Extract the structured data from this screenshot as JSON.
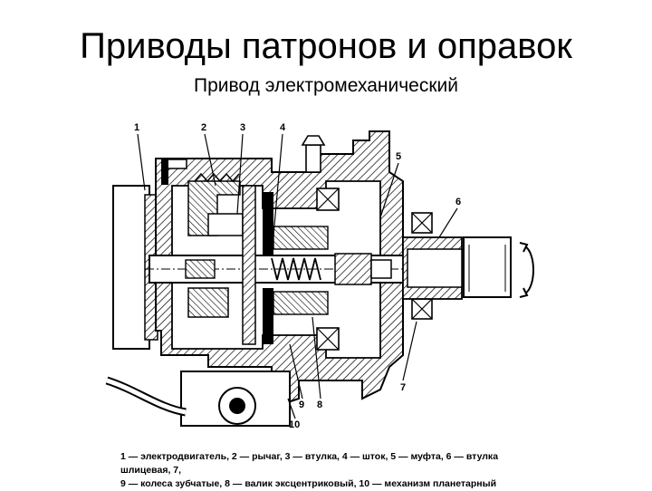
{
  "slide": {
    "title": "Приводы патронов и оправок",
    "subtitle": "Привод электромеханический"
  },
  "figure": {
    "callouts": [
      "1",
      "2",
      "3",
      "4",
      "5",
      "6",
      "7",
      "8",
      "9",
      "10"
    ],
    "caption_line1": "1 — электродвигатель, 2 — рычаг, 3 — втулка, 4 — шток, 5 — муфта, 6 — втулка шлицевая,  7,",
    "caption_line2": "9 — колеса зубчатые, 8 — валик эксцентриковый, 10 — механизм планетарный"
  }
}
